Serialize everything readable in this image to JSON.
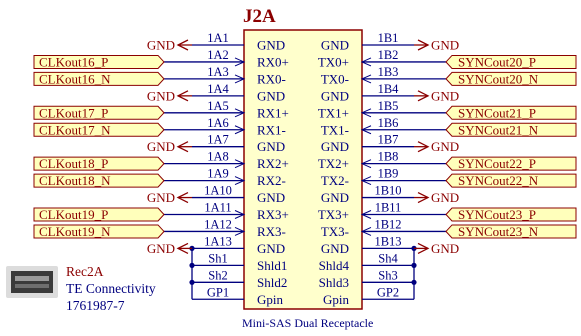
{
  "component": {
    "designator": "J2A",
    "description": "Mini-SAS Dual Receptacle",
    "ref": "Rec2A",
    "manufacturer": "TE Connectivity",
    "part_number": "1761987-7",
    "thumbnail_icon": "connector-icon"
  },
  "colors": {
    "body_fill": "#ffffcc",
    "body_stroke": "#8b0000",
    "wire": "#00007f",
    "net_fill": "#ffffbb",
    "net_stroke": "#8b0000",
    "gnd_arrow": "#8b0000"
  },
  "left_pins": [
    {
      "num": "1A1",
      "name": "GND",
      "net": "GND"
    },
    {
      "num": "1A2",
      "name": "RX0+",
      "net": "CLKout16_P"
    },
    {
      "num": "1A3",
      "name": "RX0-",
      "net": "CLKout16_N"
    },
    {
      "num": "1A4",
      "name": "GND",
      "net": "GND"
    },
    {
      "num": "1A5",
      "name": "RX1+",
      "net": "CLKout17_P"
    },
    {
      "num": "1A6",
      "name": "RX1-",
      "net": "CLKout17_N"
    },
    {
      "num": "1A7",
      "name": "GND",
      "net": "GND"
    },
    {
      "num": "1A8",
      "name": "RX2+",
      "net": "CLKout18_P"
    },
    {
      "num": "1A9",
      "name": "RX2-",
      "net": "CLKout18_N"
    },
    {
      "num": "1A10",
      "name": "GND",
      "net": "GND"
    },
    {
      "num": "1A11",
      "name": "RX3+",
      "net": "CLKout19_P"
    },
    {
      "num": "1A12",
      "name": "RX3-",
      "net": "CLKout19_N"
    },
    {
      "num": "1A13",
      "name": "GND",
      "net": "GND"
    },
    {
      "num": "Sh1",
      "name": "Shld1",
      "net": ""
    },
    {
      "num": "Sh2",
      "name": "Shld2",
      "net": ""
    },
    {
      "num": "GP1",
      "name": "Gpin",
      "net": ""
    }
  ],
  "right_pins": [
    {
      "num": "1B1",
      "name": "GND",
      "net": "GND"
    },
    {
      "num": "1B2",
      "name": "TX0+",
      "net": "SYNCout20_P"
    },
    {
      "num": "1B3",
      "name": "TX0-",
      "net": "SYNCout20_N"
    },
    {
      "num": "1B4",
      "name": "GND",
      "net": "GND"
    },
    {
      "num": "1B5",
      "name": "TX1+",
      "net": "SYNCout21_P"
    },
    {
      "num": "1B6",
      "name": "TX1-",
      "net": "SYNCout21_N"
    },
    {
      "num": "1B7",
      "name": "GND",
      "net": "GND"
    },
    {
      "num": "1B8",
      "name": "TX2+",
      "net": "SYNCout22_P"
    },
    {
      "num": "1B9",
      "name": "TX2-",
      "net": "SYNCout22_N"
    },
    {
      "num": "1B10",
      "name": "GND",
      "net": "GND"
    },
    {
      "num": "1B11",
      "name": "TX3+",
      "net": "SYNCout23_P"
    },
    {
      "num": "1B12",
      "name": "TX3-",
      "net": "SYNCout23_N"
    },
    {
      "num": "1B13",
      "name": "GND",
      "net": "GND"
    },
    {
      "num": "Sh4",
      "name": "Shld4",
      "net": ""
    },
    {
      "num": "Sh3",
      "name": "Shld3",
      "net": ""
    },
    {
      "num": "GP2",
      "name": "Gpin",
      "net": ""
    }
  ]
}
